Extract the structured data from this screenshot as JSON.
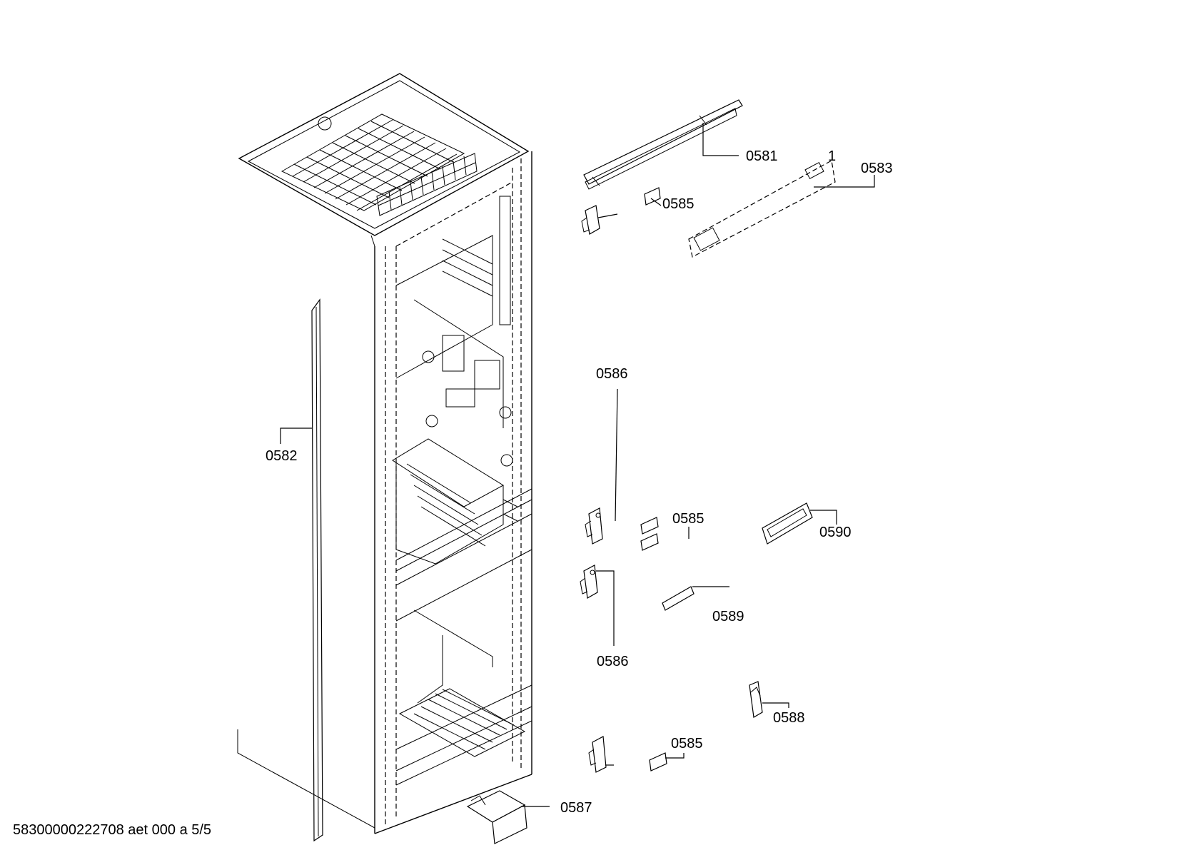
{
  "footer": {
    "document_id": "58300000222708 aet 000 a 5/5"
  },
  "callouts": {
    "c0581": "0581",
    "c0582": "0582",
    "c0583": "0583",
    "c0585_top": "0585",
    "c0585_mid": "0585",
    "c0585_bottom": "0585",
    "c0586_top": "0586",
    "c0586_bottom": "0586",
    "c0587": "0587",
    "c0588": "0588",
    "c0589": "0589",
    "c0590": "0590",
    "c0583_index": "1"
  }
}
